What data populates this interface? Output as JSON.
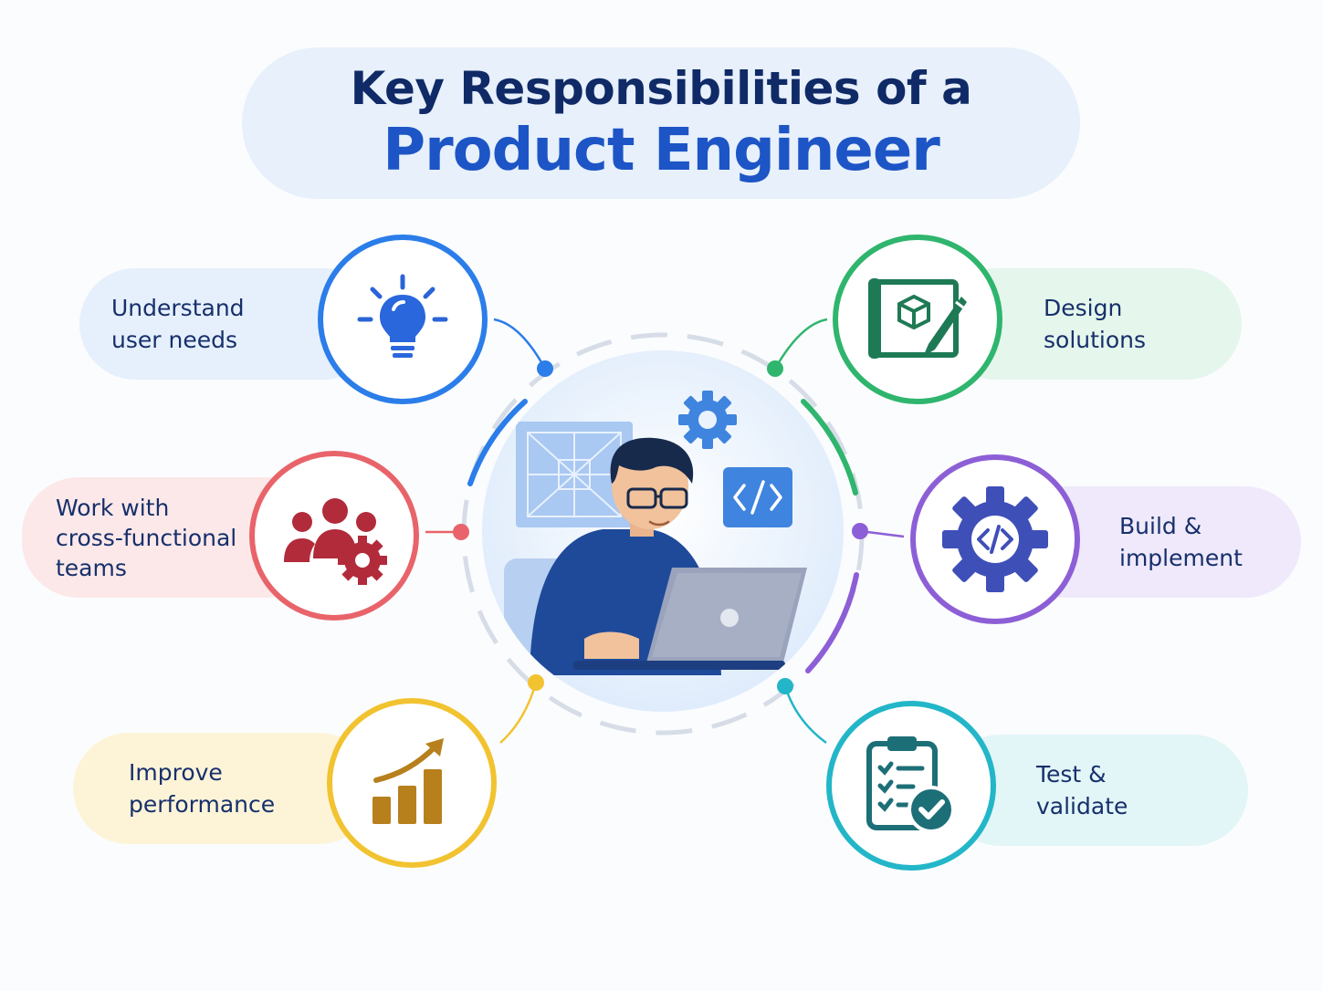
{
  "title": {
    "line1": "Key Responsibilities of a",
    "line2": "Product Engineer"
  },
  "responsibilities": [
    {
      "lines": [
        "Understand",
        "user needs"
      ],
      "icon": "lightbulb-icon",
      "color": "#2b7de9",
      "tint": "#e6f0fc"
    },
    {
      "lines": [
        "Design",
        "solutions"
      ],
      "icon": "blueprint-pencil-icon",
      "color": "#2fb56d",
      "tint": "#e5f6ec"
    },
    {
      "lines": [
        "Work with",
        "cross-functional",
        "teams"
      ],
      "icon": "team-gear-icon",
      "color": "#e8646a",
      "tint": "#fce8e9"
    },
    {
      "lines": [
        "Build &",
        "implement"
      ],
      "icon": "code-gear-icon",
      "color": "#8d5fd6",
      "tint": "#efe9fb"
    },
    {
      "lines": [
        "Improve",
        "performance"
      ],
      "icon": "growth-chart-icon",
      "color": "#f2c330",
      "tint": "#fdf4d8"
    },
    {
      "lines": [
        "Test &",
        "validate"
      ],
      "icon": "clipboard-check-icon",
      "color": "#22b6c8",
      "tint": "#e2f5f7"
    }
  ],
  "center": {
    "illustration": "engineer-at-laptop"
  }
}
